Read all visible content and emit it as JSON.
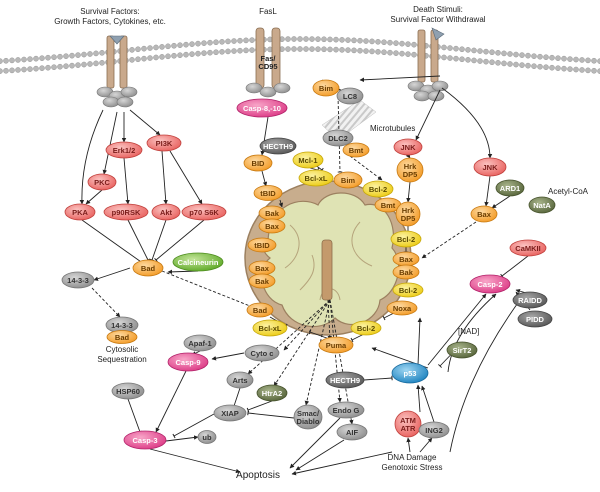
{
  "labels": {
    "survival_factors": [
      "Survival Factors:",
      "Growth Factors, Cytokines, etc."
    ],
    "fasl": "FasL",
    "death_stimuli": [
      "Death Stimuli:",
      "Survival Factor Withdrawal"
    ],
    "microtubules": "Microtubules",
    "acetyl_coa": "Acetyl-CoA",
    "nad": "[NAD]",
    "cytosolic": [
      "Cytosolic",
      "Sequestration"
    ],
    "dna_damage": [
      "DNA Damage",
      "Genotoxic Stress"
    ],
    "apoptosis": "Apoptosis"
  },
  "colors": {
    "red": "#f07f7d",
    "pink": "#e85a98",
    "orange": "#f9b24b",
    "yellow": "#f6dc32",
    "gray": "#9a9a9a",
    "darkgray": "#6a6a6a",
    "green": "#7dc23d",
    "olive": "#6e7d4b",
    "blue": "#2f9bd4",
    "receptor": "#c9a98c",
    "mito_outer": "#c8ad8d",
    "mito_inner": "#dfe3b4"
  },
  "nodes": [
    {
      "id": "fas",
      "text": "Fas/\nCD95",
      "style": "receptor"
    },
    {
      "id": "casp810",
      "text": "Casp-8,-10",
      "style": "pink"
    },
    {
      "id": "pi3k",
      "text": "PI3K",
      "style": "red"
    },
    {
      "id": "erk",
      "text": "Erk1/2",
      "style": "red"
    },
    {
      "id": "pkc",
      "text": "PKC",
      "style": "red"
    },
    {
      "id": "pka",
      "text": "PKA",
      "style": "red"
    },
    {
      "id": "p90rsk",
      "text": "p90RSK",
      "style": "red"
    },
    {
      "id": "akt",
      "text": "Akt",
      "style": "red"
    },
    {
      "id": "p70s6k",
      "text": "p70 S6K",
      "style": "red"
    },
    {
      "id": "bad1",
      "text": "Bad",
      "style": "orange"
    },
    {
      "id": "calcineurin",
      "text": "Calcineurin",
      "style": "green"
    },
    {
      "id": "p1433a",
      "text": "14-3-3",
      "style": "gray"
    },
    {
      "id": "p1433b",
      "text": "14-3-3",
      "style": "gray"
    },
    {
      "id": "bad2",
      "text": "Bad",
      "style": "orange"
    },
    {
      "id": "hecth9a",
      "text": "HECTH9",
      "style": "darkgray"
    },
    {
      "id": "bid",
      "text": "BID",
      "style": "orange"
    },
    {
      "id": "mcl1",
      "text": "Mcl-1",
      "style": "yellow"
    },
    {
      "id": "tbid1",
      "text": "tBID",
      "style": "orange"
    },
    {
      "id": "bclxl1",
      "text": "Bcl-xL",
      "style": "yellow"
    },
    {
      "id": "bim1",
      "text": "Bim",
      "style": "orange"
    },
    {
      "id": "lc8",
      "text": "LC8",
      "style": "gray"
    },
    {
      "id": "dlc2",
      "text": "DLC2",
      "style": "gray"
    },
    {
      "id": "bmt1",
      "text": "Bmt",
      "style": "orange"
    },
    {
      "id": "bim2",
      "text": "Bim",
      "style": "orange"
    },
    {
      "id": "bcl2a",
      "text": "Bcl-2",
      "style": "yellow"
    },
    {
      "id": "bmt2",
      "text": "Bmt",
      "style": "orange"
    },
    {
      "id": "jnk1",
      "text": "JNK",
      "style": "red"
    },
    {
      "id": "hrk1",
      "text": "Hrk\nDP5",
      "style": "orange"
    },
    {
      "id": "hrk2",
      "text": "Hrk\nDP5",
      "style": "orange"
    },
    {
      "id": "bcl2b",
      "text": "Bcl-2",
      "style": "yellow"
    },
    {
      "id": "bax1",
      "text": "Bax",
      "style": "orange"
    },
    {
      "id": "bak1",
      "text": "Bak",
      "style": "orange"
    },
    {
      "id": "bak2",
      "text": "Bak",
      "style": "orange"
    },
    {
      "id": "bax2",
      "text": "Bax",
      "style": "orange"
    },
    {
      "id": "tbid2",
      "text": "tBID",
      "style": "orange"
    },
    {
      "id": "bax3",
      "text": "Bax",
      "style": "orange"
    },
    {
      "id": "bak3",
      "text": "Bak",
      "style": "orange"
    },
    {
      "id": "bcl2c",
      "text": "Bcl-2",
      "style": "yellow"
    },
    {
      "id": "noxa",
      "text": "Noxa",
      "style": "orange"
    },
    {
      "id": "bcl2d",
      "text": "Bcl-2",
      "style": "yellow"
    },
    {
      "id": "bad3",
      "text": "Bad",
      "style": "orange"
    },
    {
      "id": "bclxl2",
      "text": "Bcl-xL",
      "style": "yellow"
    },
    {
      "id": "puma",
      "text": "Puma",
      "style": "orange"
    },
    {
      "id": "jnk2",
      "text": "JNK",
      "style": "red"
    },
    {
      "id": "ard1",
      "text": "ARD1",
      "style": "olive"
    },
    {
      "id": "nata",
      "text": "NatA",
      "style": "olive"
    },
    {
      "id": "bax4",
      "text": "Bax",
      "style": "orange"
    },
    {
      "id": "camkii",
      "text": "CaMKII",
      "style": "red"
    },
    {
      "id": "casp2",
      "text": "Casp-2",
      "style": "pink"
    },
    {
      "id": "raidd",
      "text": "RAIDD",
      "style": "darkgray"
    },
    {
      "id": "pidd",
      "text": "PIDD",
      "style": "darkgray"
    },
    {
      "id": "sirt2",
      "text": "SirT2",
      "style": "olive"
    },
    {
      "id": "p53",
      "text": "p53",
      "style": "blue"
    },
    {
      "id": "hecth9b",
      "text": "HECTH9",
      "style": "darkgray"
    },
    {
      "id": "apaf1",
      "text": "Apaf-1",
      "style": "gray"
    },
    {
      "id": "casp9",
      "text": "Casp-9",
      "style": "pink"
    },
    {
      "id": "cytoc",
      "text": "Cyto c",
      "style": "gray"
    },
    {
      "id": "arts",
      "text": "Arts",
      "style": "gray"
    },
    {
      "id": "htra2",
      "text": "HtrA2",
      "style": "olive"
    },
    {
      "id": "xiap",
      "text": "XIAP",
      "style": "gray"
    },
    {
      "id": "smac",
      "text": "Smac/\nDiablo",
      "style": "gray"
    },
    {
      "id": "endog",
      "text": "Endo G",
      "style": "gray"
    },
    {
      "id": "aif",
      "text": "AIF",
      "style": "gray"
    },
    {
      "id": "hsp60",
      "text": "HSP60",
      "style": "gray"
    },
    {
      "id": "casp3",
      "text": "Casp-3",
      "style": "pink"
    },
    {
      "id": "ub",
      "text": "ub",
      "style": "gray"
    },
    {
      "id": "atm",
      "text": "ATM\nATR",
      "style": "red"
    },
    {
      "id": "ing2",
      "text": "ING2",
      "style": "gray"
    }
  ]
}
